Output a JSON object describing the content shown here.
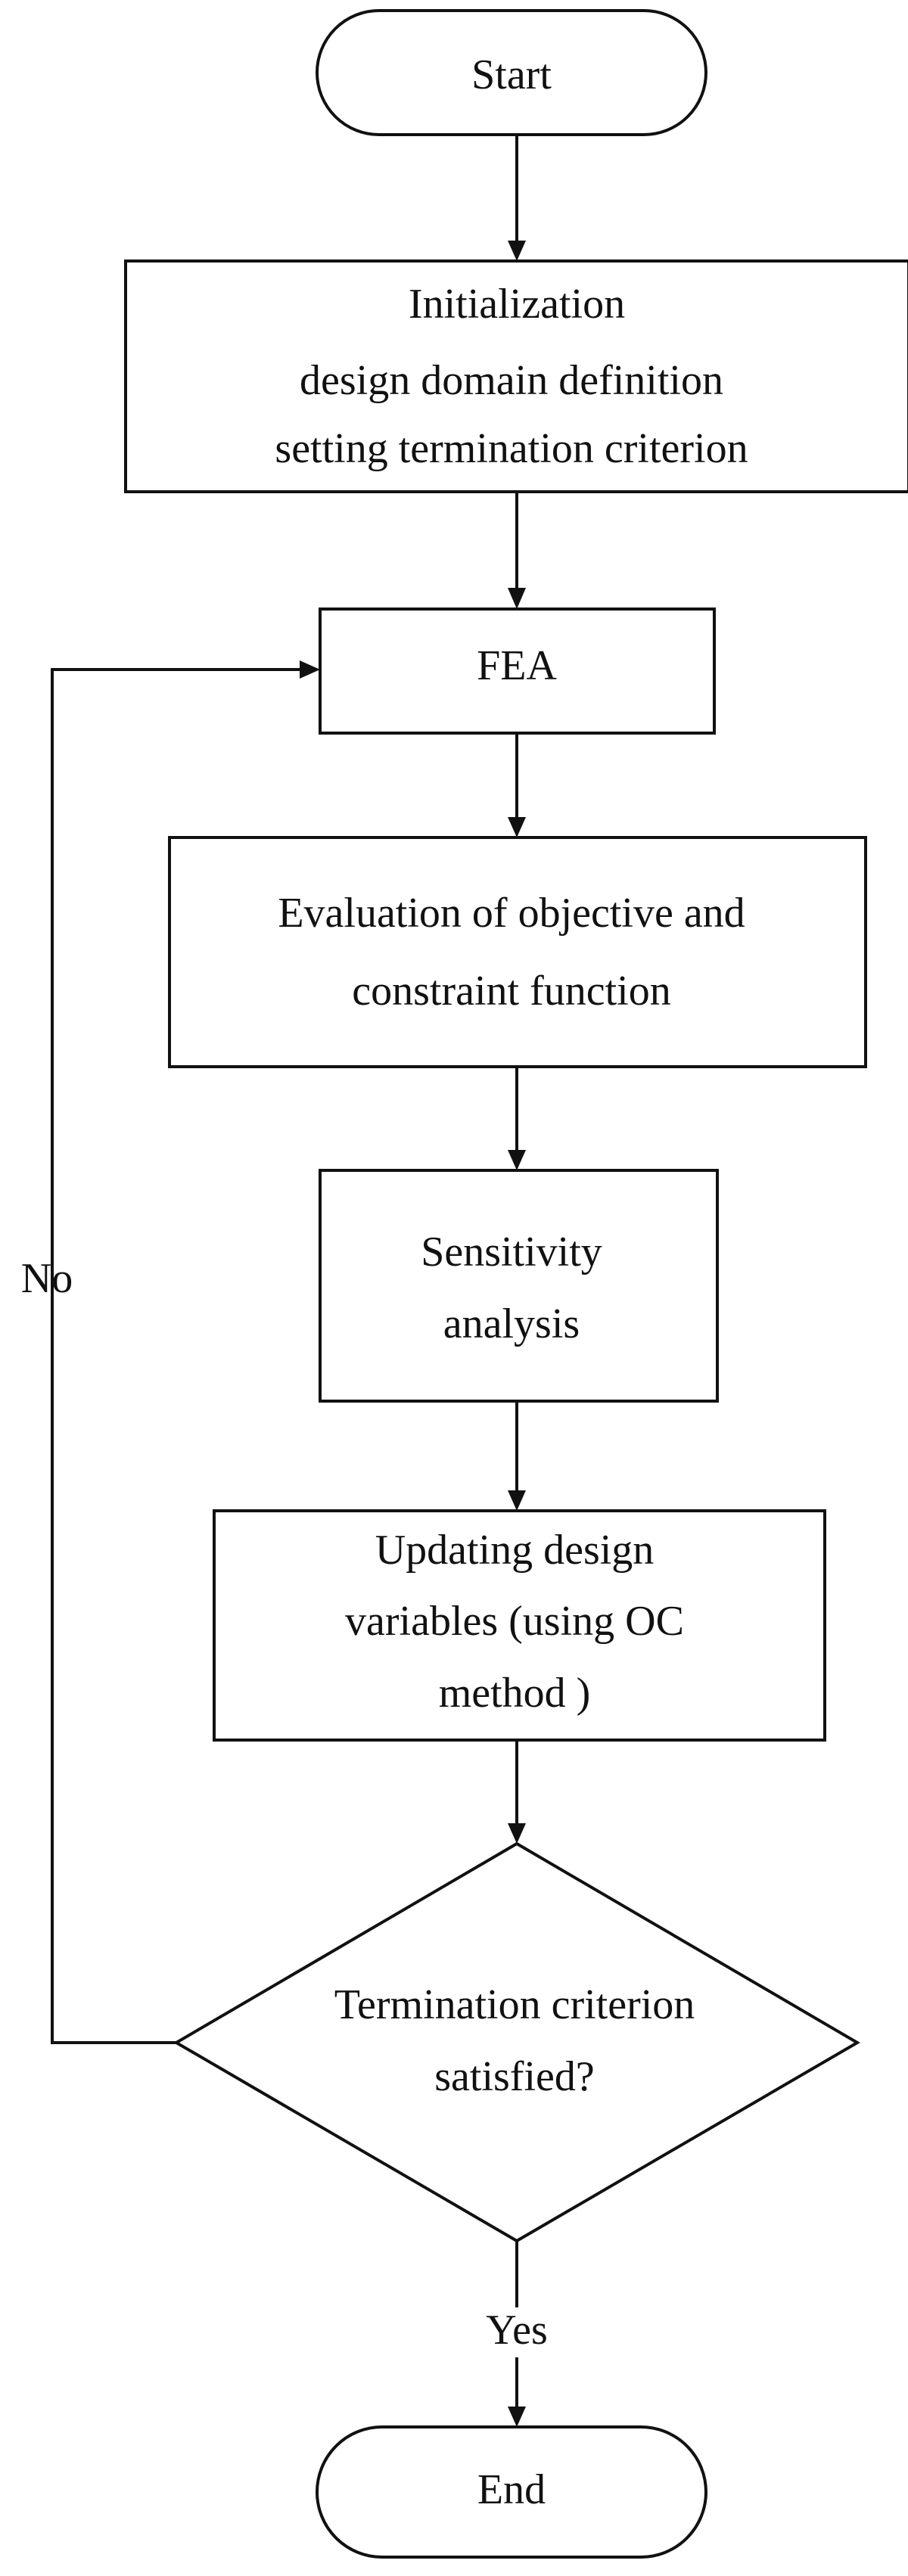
{
  "nodes": {
    "start": {
      "text": "Start"
    },
    "init": {
      "lines": [
        "Initialization",
        "design domain definition",
        "setting termination criterion"
      ]
    },
    "fea": {
      "text": "FEA"
    },
    "eval": {
      "lines": [
        "Evaluation of objective and",
        "constraint function"
      ]
    },
    "sens": {
      "lines": [
        "Sensitivity",
        "analysis"
      ]
    },
    "update": {
      "lines": [
        "Updating design",
        "variables (using OC",
        "method )"
      ]
    },
    "decision": {
      "lines": [
        "Termination criterion",
        "satisfied?"
      ]
    },
    "end": {
      "text": "End"
    }
  },
  "edges": {
    "no_label": "No",
    "yes_label": "Yes"
  }
}
